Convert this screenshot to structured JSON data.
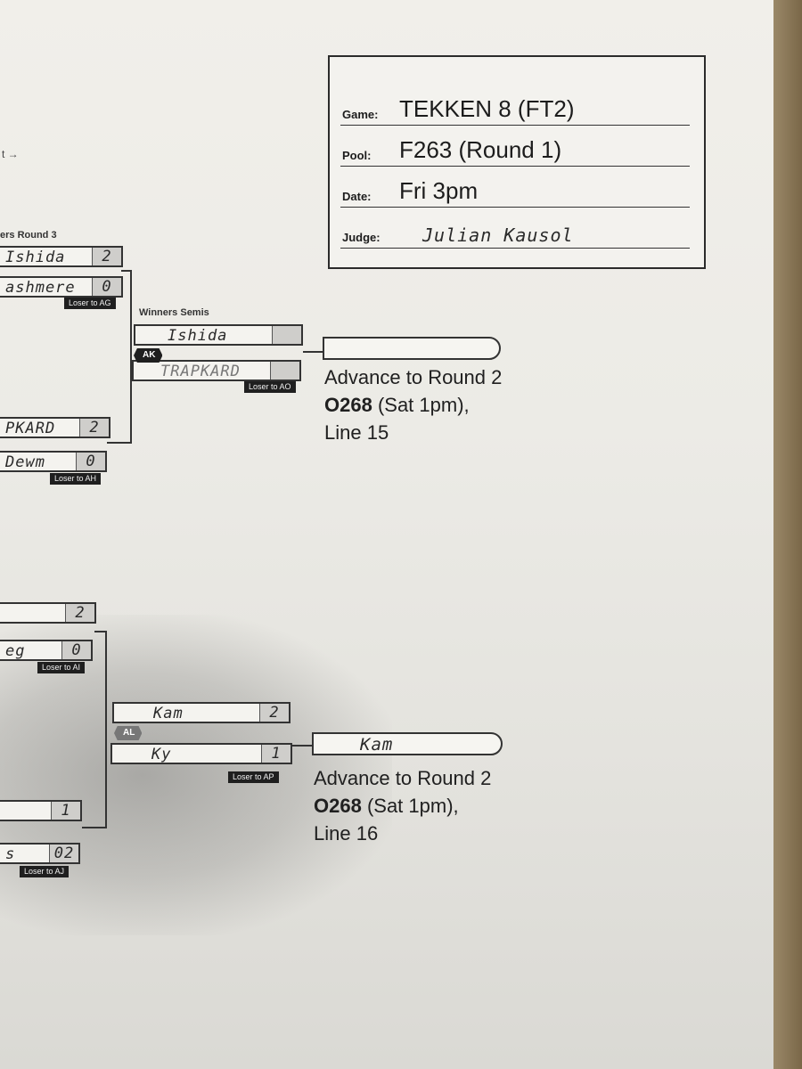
{
  "header": {
    "game_label": "Game:",
    "game_value": "TEKKEN 8 (FT2)",
    "pool_label": "Pool:",
    "pool_value": "F263 (Round 1)",
    "date_label": "Date:",
    "date_value": "Fri 3pm",
    "judge_label": "Judge:",
    "judge_value": "Julian Kausol"
  },
  "side_text": "t →",
  "top_section": {
    "round3_label": "ers Round 3",
    "match1": {
      "p1_name": "Ishida",
      "p1_score": "2",
      "p2_name": "ashmere",
      "p2_score": "0",
      "loser_tag": "Loser to AG"
    },
    "match2": {
      "p1_name": "PKARD",
      "p1_score": "2",
      "p2_name": "Dewm",
      "p2_score": "0",
      "loser_tag": "Loser to AH"
    },
    "semis_label": "Winners Semis",
    "semis_badge": "AK",
    "semis": {
      "p1_name": "Ishida",
      "p1_score": "",
      "p2_name": "TRAPKARD",
      "p2_score": "",
      "loser_tag": "Loser to AO"
    },
    "advance_name": "",
    "advance_line1": "Advance to Round 2",
    "advance_pool": "O268",
    "advance_time": " (Sat 1pm),",
    "advance_line3": "Line 15"
  },
  "bottom_section": {
    "match1": {
      "p1_name": "",
      "p1_score": "2",
      "p2_name": "eg",
      "p2_score": "0",
      "loser_tag": "Loser to AI"
    },
    "match2": {
      "p1_name": "",
      "p1_score": "1",
      "p2_name": "s",
      "p2_score": "02",
      "loser_tag": "Loser to AJ"
    },
    "semis_badge": "AL",
    "semis": {
      "p1_name": "Kam",
      "p1_score": "2",
      "p2_name": "Ky",
      "p2_score": "1",
      "loser_tag": "Loser to AP"
    },
    "advance_name": "Kam",
    "advance_line1": "Advance to Round 2",
    "advance_pool": "O268",
    "advance_time": " (Sat 1pm),",
    "advance_line3": "Line 16"
  }
}
